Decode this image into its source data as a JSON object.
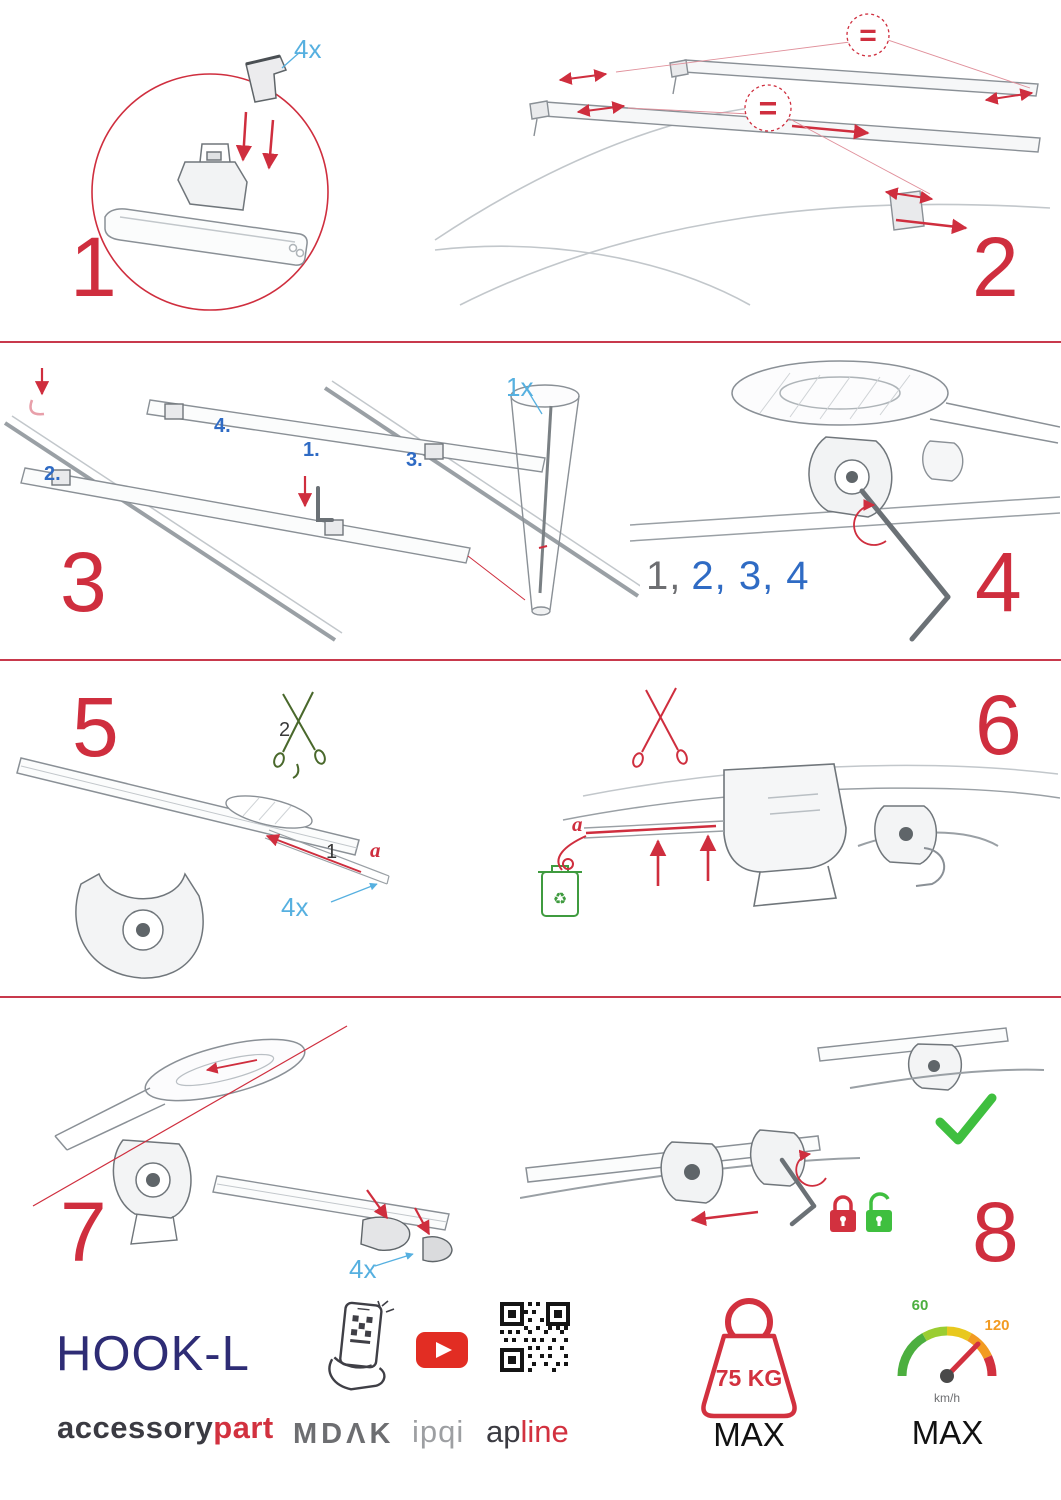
{
  "colors": {
    "accent_red": "#cf2e3e",
    "qty_blue": "#56b0e0",
    "step_label_blue": "#2f6bc4",
    "brand_navy": "#2e2c75",
    "brand_red": "#d2313f",
    "check_green": "#3fbf3f",
    "lock_locked_red": "#d2313f",
    "lock_unlocked_green": "#3fbf3f",
    "drawing_gray": "#8a9096"
  },
  "icons": {
    "recycle": "♻"
  },
  "steps": {
    "s1": {
      "number": "1",
      "qty": "4x"
    },
    "s2": {
      "number": "2",
      "equal_sign": "="
    },
    "s3": {
      "number": "3",
      "qty": "1x",
      "labels": {
        "l1": "1.",
        "l2": "2.",
        "l3": "3.",
        "l4": "4."
      }
    },
    "s4": {
      "number": "4",
      "seq_first": "1,",
      "seq_rest": "2, 3, 4"
    },
    "s5": {
      "number": "5",
      "cut_label": "2",
      "insert_label": "1",
      "strip_label": "a",
      "qty": "4x"
    },
    "s6": {
      "number": "6",
      "strip_label": "a"
    },
    "s7": {
      "number": "7",
      "qty": "4x"
    },
    "s8": {
      "number": "8"
    }
  },
  "footer": {
    "product_name": "HOOK-L",
    "brand_first": "accessory",
    "brand_second": "part",
    "logo_mdak": "MDΛK",
    "logo_ipqi": "ipqi",
    "logo_apline_first": "ap",
    "logo_apline_second": "line",
    "weight_value": "75 KG",
    "weight_max": "MAX",
    "speed_low": "60",
    "speed_high": "120",
    "speed_unit": "km/h",
    "speed_max": "MAX"
  }
}
